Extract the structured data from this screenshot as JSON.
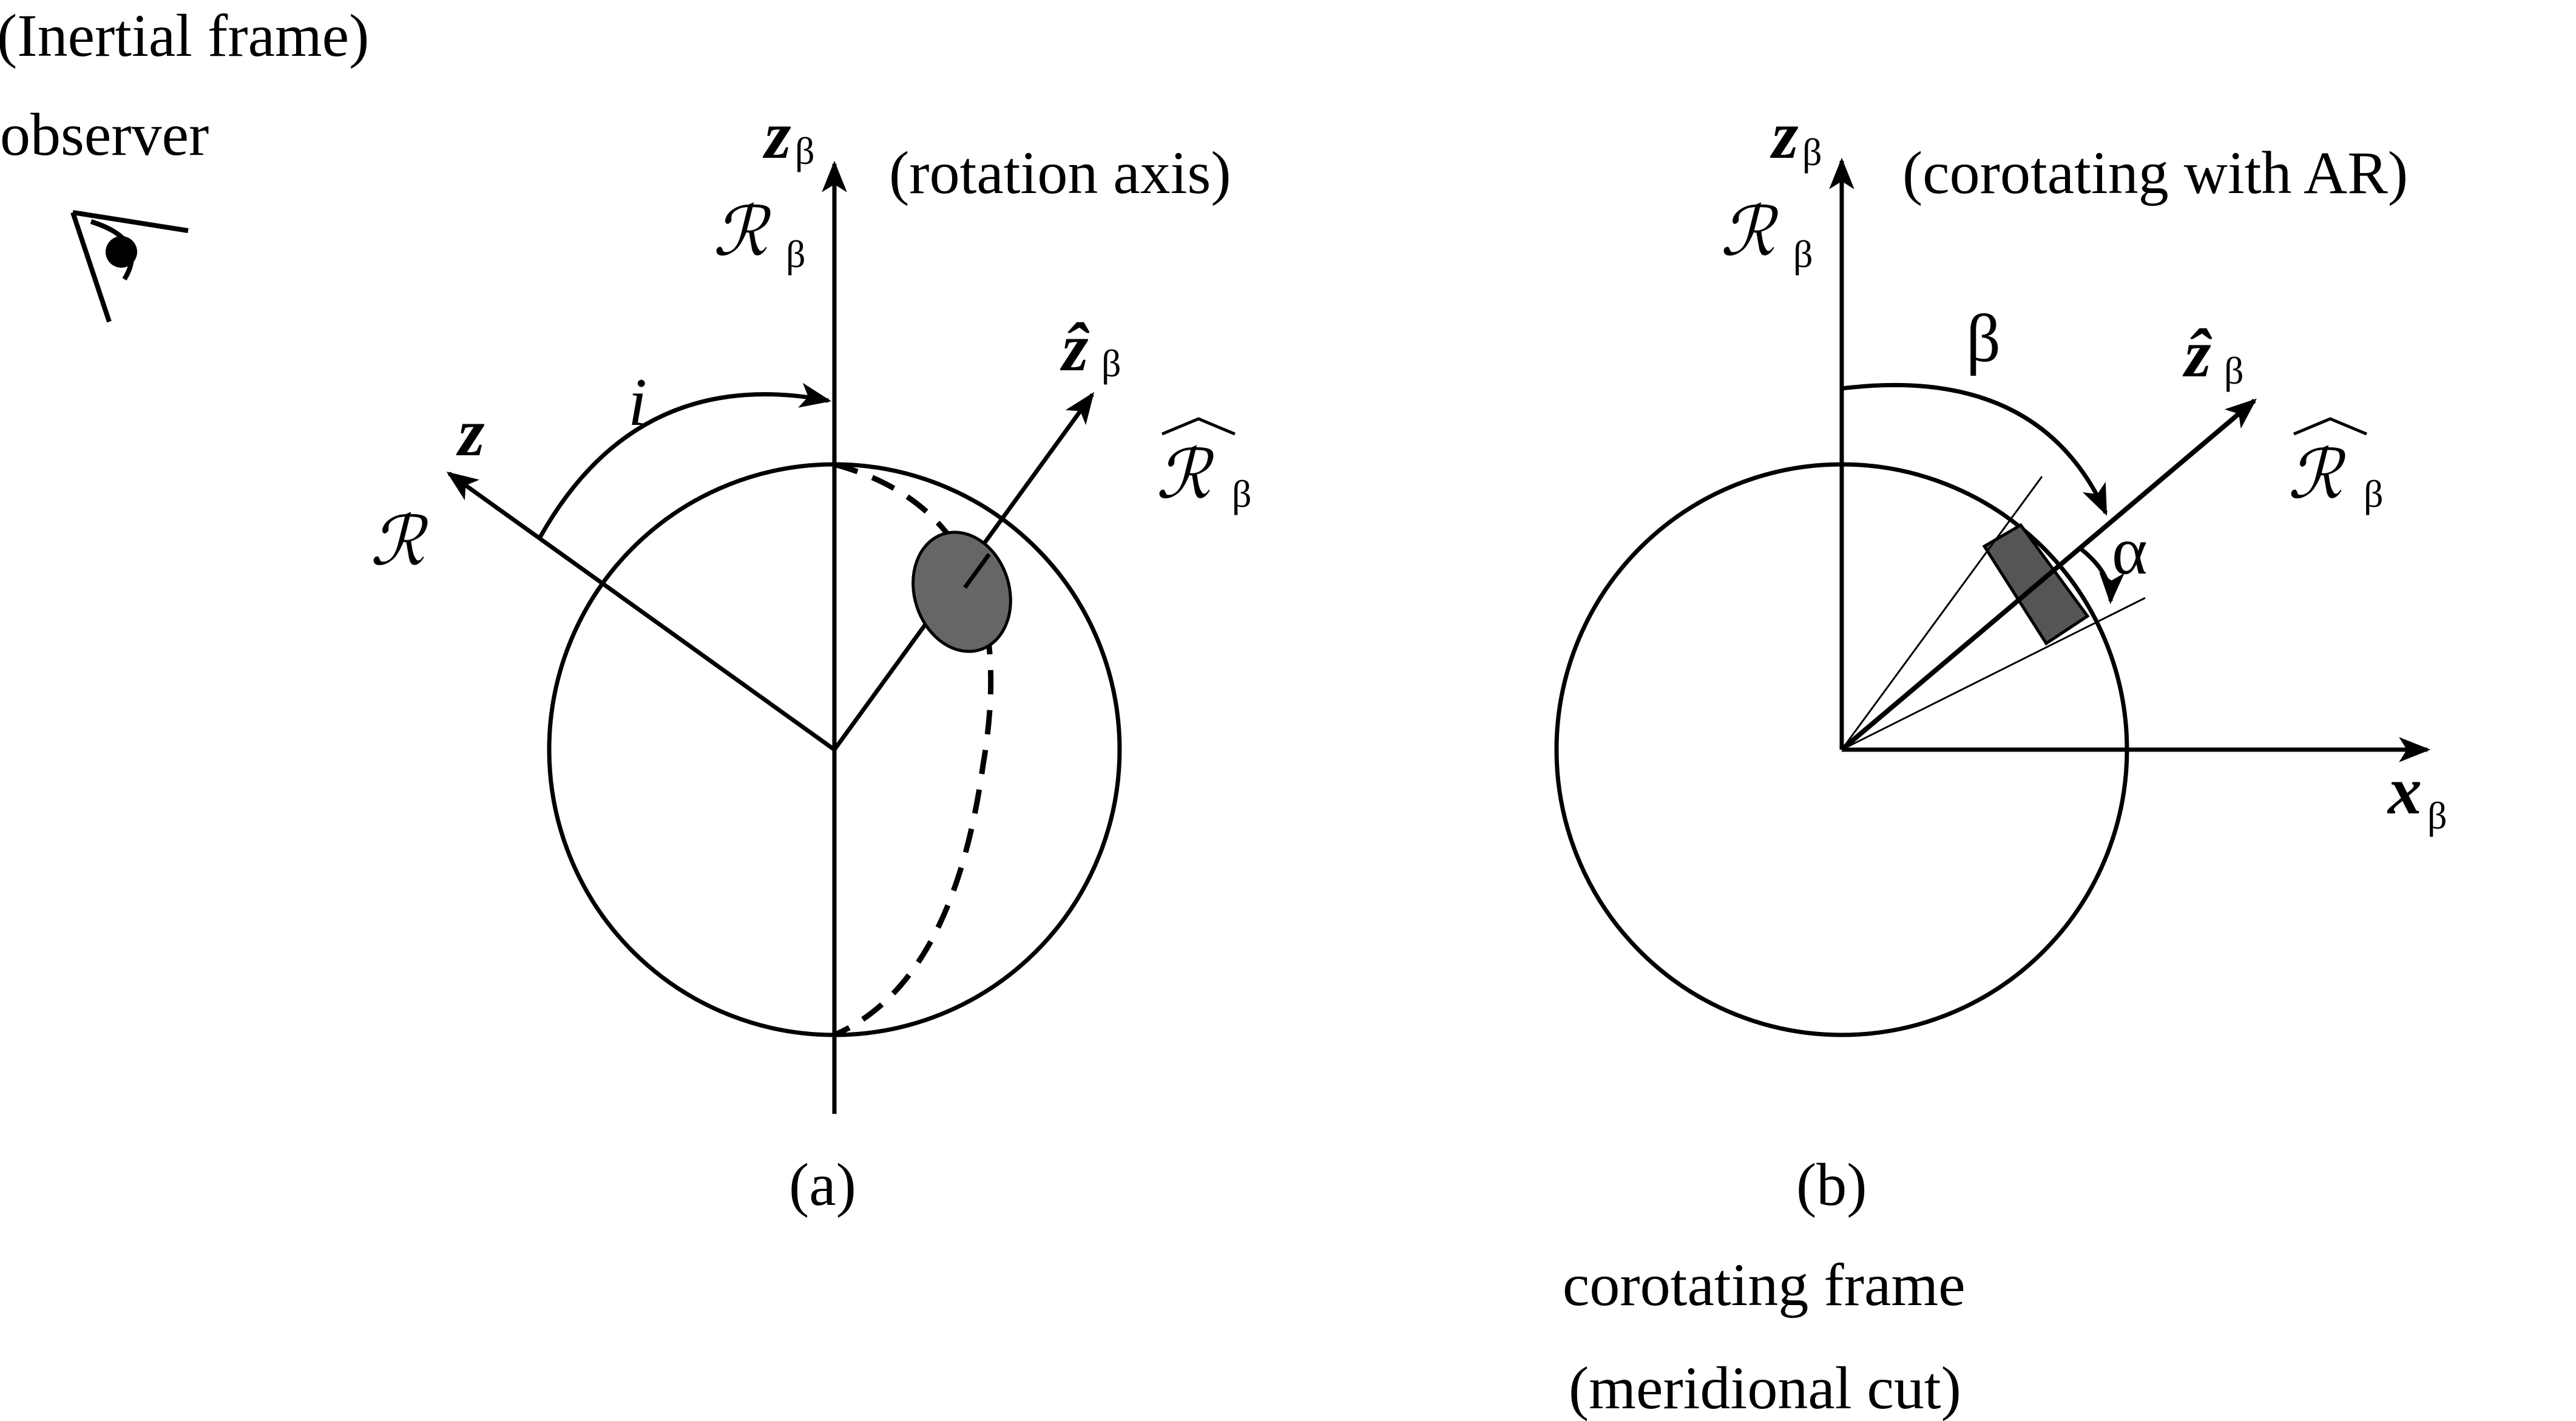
{
  "observer": {
    "line1": "(Inertial frame)",
    "line2": "observer"
  },
  "panel_a": {
    "caption": "(a)",
    "rotation_note": "(rotation axis)",
    "z_beta": "z",
    "R_beta": "ℛ",
    "z": "z",
    "R": "ℛ",
    "angle_i": "i",
    "z_hat_beta": "ẑ",
    "R_hat_beta": "ℛ",
    "beta_sub": "β"
  },
  "panel_b": {
    "caption": "(b)",
    "corotating_note": "(corotating with AR)",
    "z_beta": "z",
    "R_beta": "ℛ",
    "x_beta": "x",
    "angle_beta": "β",
    "angle_alpha": "α",
    "z_hat_beta": "ẑ",
    "R_hat_beta": "ℛ",
    "beta_sub": "β",
    "footer_line1": "corotating frame",
    "footer_line2": "(meridional cut)"
  },
  "colors": {
    "ink": "#000000",
    "spot_fill": "#666666",
    "band_fill": "#555555"
  }
}
